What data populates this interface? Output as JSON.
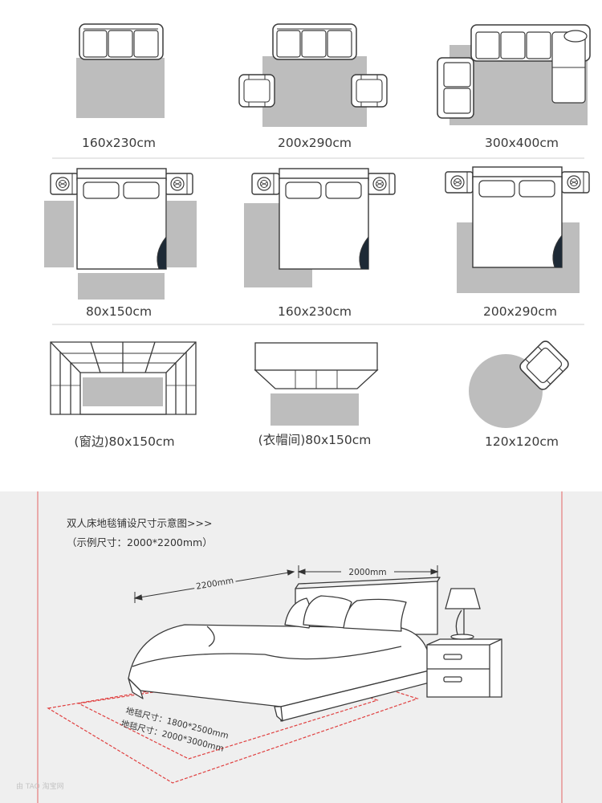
{
  "colors": {
    "rug": "#bdbdbd",
    "line": "#3a3a3a",
    "panel_bg": "#efefef",
    "red_guide": "#e04040"
  },
  "layouts": {
    "sofa": [
      {
        "size_label": "160x230cm"
      },
      {
        "size_label": "200x290cm"
      },
      {
        "size_label": "300x400cm"
      }
    ],
    "bed": [
      {
        "size_label": "80x150cm"
      },
      {
        "size_label": "160x230cm"
      },
      {
        "size_label": "200x290cm"
      }
    ],
    "other": [
      {
        "size_label": "(窗边)80x150cm"
      },
      {
        "size_label": "(衣帽间)80x150cm"
      },
      {
        "size_label": "120x120cm"
      }
    ]
  },
  "bed_panel": {
    "title": "双人床地毯铺设尺寸示意图>>>",
    "example": "（示例尺寸：2000*2200mm）",
    "width_dim": "2000mm",
    "length_dim": "2200mm",
    "rug_small": "地毯尺寸：1800*2500mm",
    "rug_large": "地毯尺寸：2000*3000mm",
    "watermark": "由 TAO 淘宝网"
  }
}
